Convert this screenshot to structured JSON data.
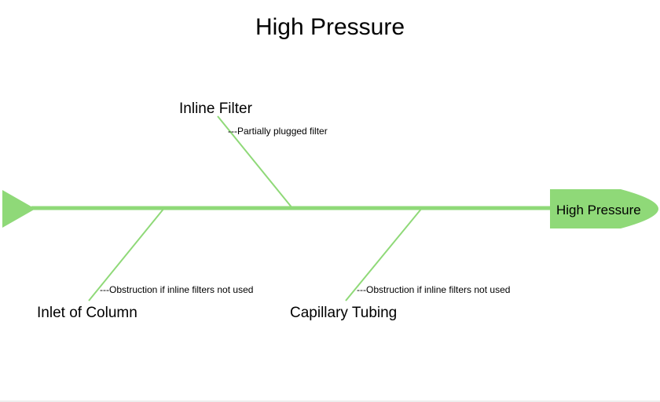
{
  "title": "High Pressure",
  "effect": "High Pressure",
  "colors": {
    "line": "#8fd978",
    "head": "#8fd978",
    "text": "#000000"
  },
  "categories": [
    {
      "label": "Inline Filter",
      "cause": "---Partially plugged filter"
    },
    {
      "label": "Inlet of Column",
      "cause": "---Obstruction if inline filters not used"
    },
    {
      "label": "Capillary Tubing",
      "cause": "---Obstruction if inline filters not used"
    }
  ]
}
